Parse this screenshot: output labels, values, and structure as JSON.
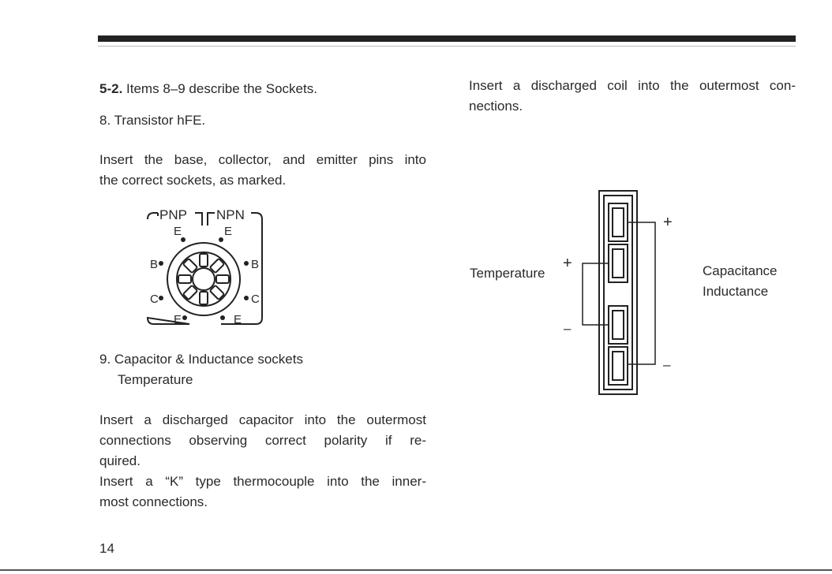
{
  "left": {
    "section_num": "5-2.",
    "section_desc": "Items 8–9 describe the Sockets.",
    "item8_title": "8. Transistor hFE.",
    "item8_line1": "Insert the base, collector, and emitter pins into",
    "item8_line2": "the correct sockets, as marked.",
    "item9_title": "9. Capacitor & Inductance sockets",
    "item9_sub": "Temperature",
    "para_line1": "Insert a discharged capacitor into the outermost",
    "para_line2": "connections observing correct polarity if re-",
    "para_line3": "quired.",
    "para_line4": "Insert a “K” type thermocouple into the inner-",
    "para_line5": "most connections."
  },
  "right": {
    "line1": "Insert a discharged coil into the outermost con-",
    "line2": "nections."
  },
  "transistor_socket": {
    "pnp": "PNP",
    "npn": "NPN",
    "e": "E",
    "b": "B",
    "c": "C"
  },
  "cap_socket": {
    "temperature": "Temperature",
    "capacitance": "Capacitance",
    "inductance": "Inductance",
    "plus": "+",
    "minus": "–"
  },
  "page_number": "14"
}
